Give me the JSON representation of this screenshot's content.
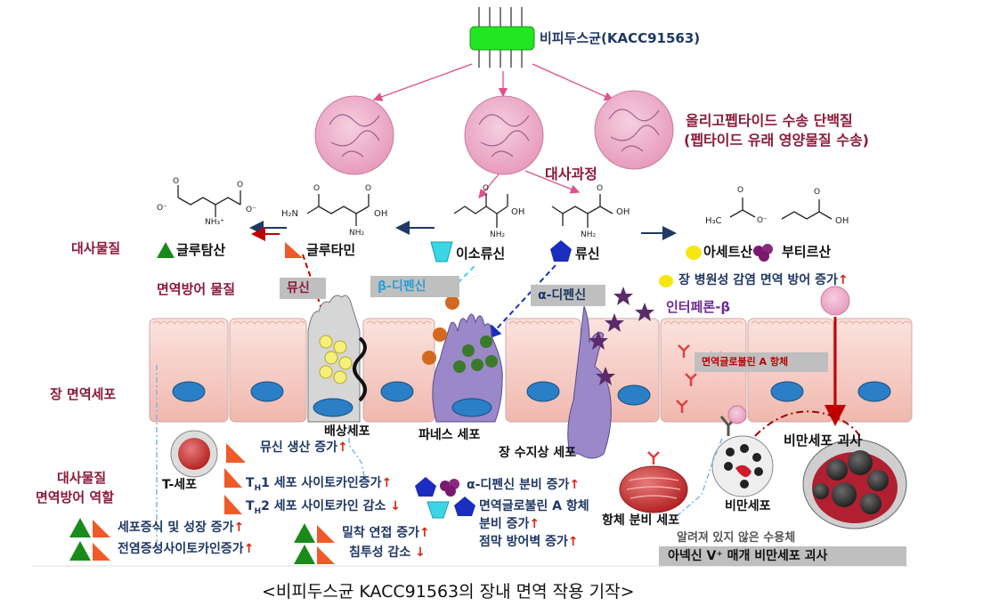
{
  "bacterium": "비피두스균(KACC91563)",
  "transport_protein": [
    "올리고펩타이드 수송 단백질",
    "(펩타이드 유래 영양물질 수송)"
  ],
  "metabolism": "대사과정",
  "molecules": {
    "glutamate": "글루탐산",
    "glutamine": "글루타민",
    "isoleucine": "이소류신",
    "leucine": "류신",
    "acetate": "아세트산",
    "butyrate": "부티르산"
  },
  "metabolite_label": "대사물질",
  "immune_defense_label": "면역방어 물질",
  "mucin_tag": "뮤신",
  "beta_defensin": "β-디펜신",
  "alpha_defensin_tag": "α-디펜신",
  "interferon": "인터페론-β",
  "pathogen_defense": "장 병원성 감염 면역 방어 증가",
  "iga_tag": "면역글로불린 A 항체",
  "intestinal_cells": "장 면역세포",
  "goblet_cell": "배상세포",
  "mucin_production": "뮤신 생산 증가",
  "paneth_cell": "파네스 세포",
  "dendritic_cell": "장 수지상 세포",
  "mast_cell_death": "비만세포 괴사",
  "t_cell": "T-세포",
  "metabolite_role": [
    "대사물질",
    "면역방어 역할"
  ],
  "th1": {
    "sub": "H",
    "num": "1",
    "text": "세포 사이토카인증가"
  },
  "th2": {
    "sub": "H",
    "num": "2",
    "text": "세포 사이토카인 감소"
  },
  "alpha_defensin_secretion": "α-디펜신 분비 증가",
  "iga_secretion": [
    "면역글로불린 A 항체",
    "분비 증가"
  ],
  "mucosal_barrier": "점막 방어벽 증가",
  "antibody_cell": "항체 분비 세포",
  "mast_cell": "비만세포",
  "unknown_receptor": "알려져 있지 않은 수용체",
  "anexin_tag": "아넥신 V⁺ 매개 비만세포 괴사",
  "cell_growth": "세포증식 및 성장 증가",
  "inflammatory_cytokine": "전염증성사이토카인증가",
  "tight_junction": "밀착 연접 증가",
  "invasion": "침투성 감소",
  "caption": "<비피두스균 KACC91563의 장내 면역 작용 기작>",
  "chem": {
    "acetate_formula": "H₃C",
    "nh2": "NH₂",
    "nh3": "NH₃⁺",
    "oh": "OH",
    "h2n": "H₂N",
    "ominus": "O⁻",
    "o": "O"
  },
  "colors": {
    "maroon": "#8b1a3a",
    "navy": "#1f3864",
    "cell_fill": "#f4c7c0",
    "nucleus": "#2a7fc6",
    "tag_gray": "#bfbfbf"
  }
}
